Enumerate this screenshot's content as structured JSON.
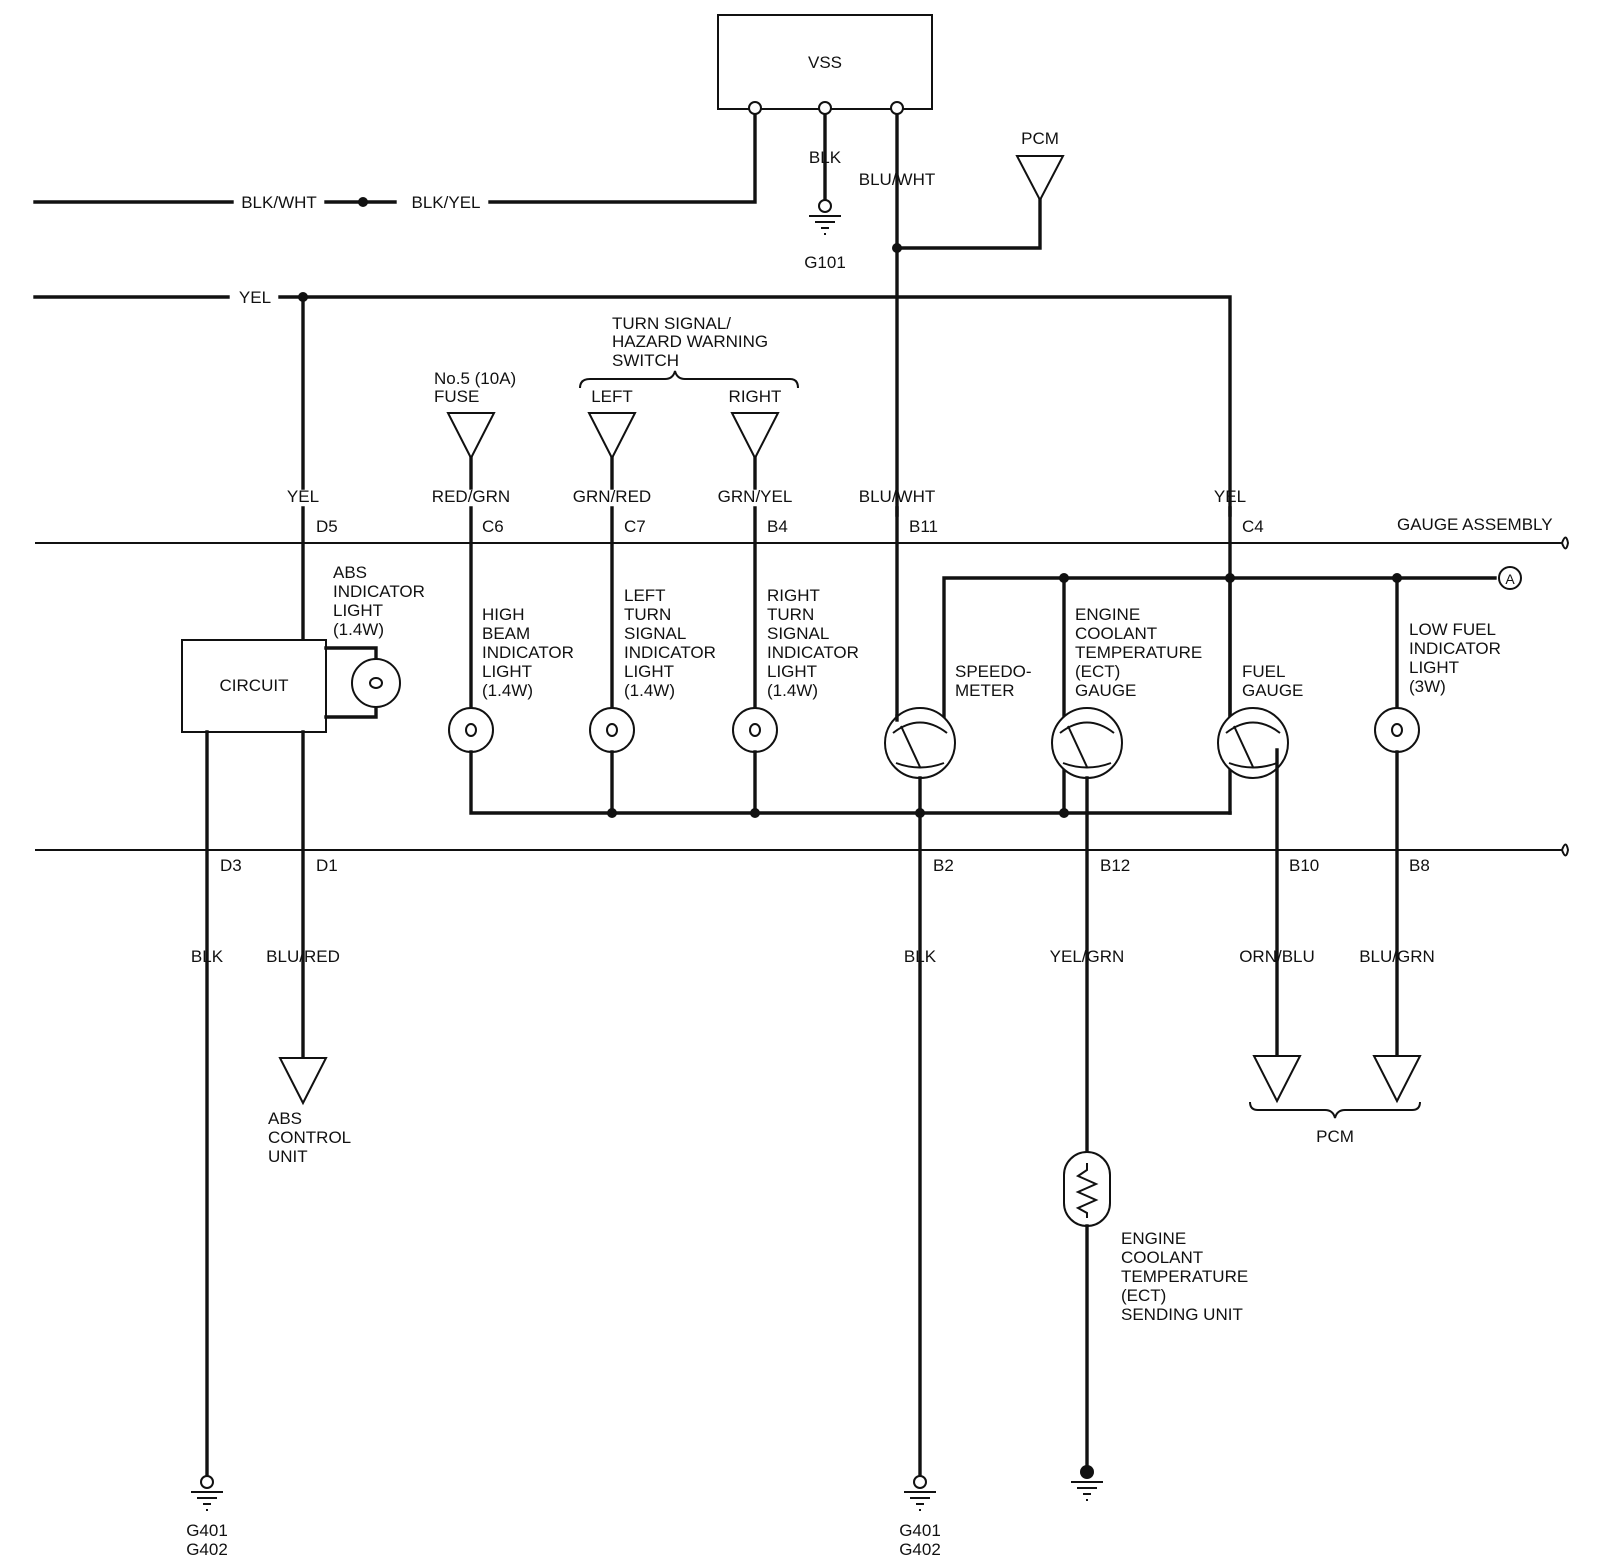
{
  "components": {
    "vss": "VSS",
    "pcm_top": "PCM",
    "circuit": "CIRCUIT",
    "gauge_assembly": "GAUGE ASSEMBLY",
    "turn_switch": [
      "TURN SIGNAL/",
      "HAZARD WARNING",
      "SWITCH"
    ],
    "switch_left": "LEFT",
    "switch_right": "RIGHT",
    "fuse": [
      "No.5 (10A)",
      "FUSE"
    ],
    "abs_light": [
      "ABS",
      "INDICATOR",
      "LIGHT",
      "(1.4W)"
    ],
    "high_beam": [
      "HIGH",
      "BEAM",
      "INDICATOR",
      "LIGHT",
      "(1.4W)"
    ],
    "left_turn": [
      "LEFT",
      "TURN",
      "SIGNAL",
      "INDICATOR",
      "LIGHT",
      "(1.4W)"
    ],
    "right_turn": [
      "RIGHT",
      "TURN",
      "SIGNAL",
      "INDICATOR",
      "LIGHT",
      "(1.4W)"
    ],
    "speedometer": [
      "SPEEDO-",
      "METER"
    ],
    "ect_gauge": [
      "ENGINE",
      "COOLANT",
      "TEMPERATURE",
      "(ECT)",
      "GAUGE"
    ],
    "fuel_gauge": [
      "FUEL",
      "GAUGE"
    ],
    "low_fuel": [
      "LOW FUEL",
      "INDICATOR",
      "LIGHT",
      "(3W)"
    ],
    "abs_control": [
      "ABS",
      "CONTROL",
      "UNIT"
    ],
    "ect_sender": [
      "ENGINE",
      "COOLANT",
      "TEMPERATURE",
      "(ECT)",
      "SENDING UNIT"
    ],
    "pcm_bottom": "PCM",
    "connector_a": "A"
  },
  "wires": {
    "blk_wht": "BLK/WHT",
    "blk_yel": "BLK/YEL",
    "vss_blk": "BLK",
    "vss_bluwht": "BLU/WHT",
    "yel_top": "YEL",
    "yel_left": "YEL",
    "red_grn": "RED/GRN",
    "grn_red": "GRN/RED",
    "grn_yel": "GRN/YEL",
    "blu_wht": "BLU/WHT",
    "yel_right": "YEL",
    "blk_left": "BLK",
    "blu_red": "BLU/RED",
    "blk_mid": "BLK",
    "yel_grn": "YEL/GRN",
    "orn_blu": "ORN/BLU",
    "blu_grn": "BLU/GRN"
  },
  "pins": {
    "d5": "D5",
    "c6": "C6",
    "c7": "C7",
    "b4": "B4",
    "b11": "B11",
    "c4": "C4",
    "d3": "D3",
    "d1": "D1",
    "b2": "B2",
    "b12": "B12",
    "b10": "B10",
    "b8": "B8"
  },
  "grounds": {
    "g101": "G101",
    "g401_left": "G401",
    "g402_left": "G402",
    "g401_mid": "G401",
    "g402_mid": "G402"
  }
}
